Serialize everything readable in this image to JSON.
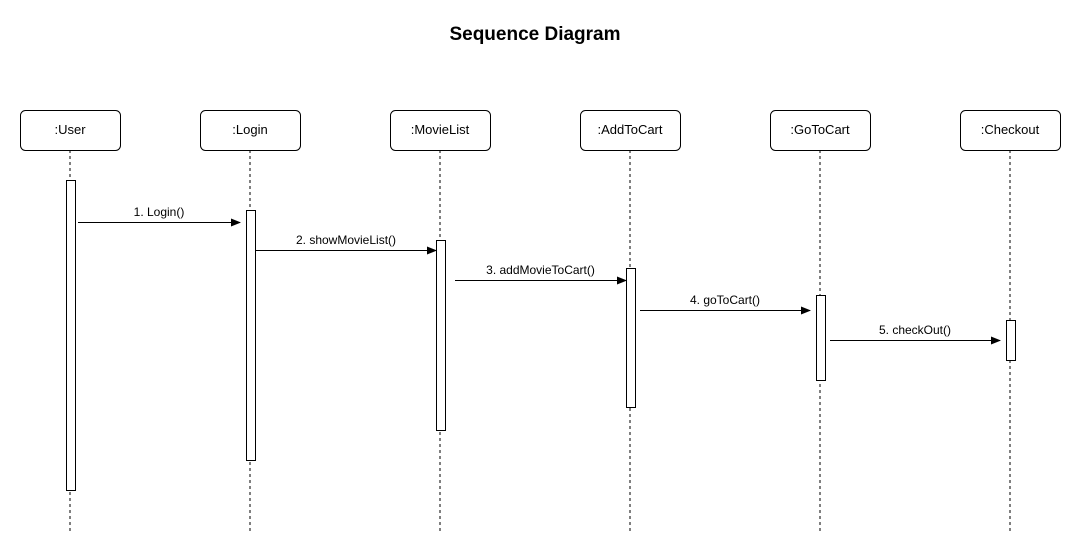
{
  "diagram": {
    "title": "Sequence Diagram",
    "participants": [
      {
        "id": "user",
        "label": ":User"
      },
      {
        "id": "login",
        "label": ":Login"
      },
      {
        "id": "movielist",
        "label": ":MovieList"
      },
      {
        "id": "addtocart",
        "label": ":AddToCart"
      },
      {
        "id": "gotocart",
        "label": ":GoToCart"
      },
      {
        "id": "checkout",
        "label": ":Checkout"
      }
    ],
    "messages": [
      {
        "from": "user",
        "to": "login",
        "label": "1. Login()"
      },
      {
        "from": "login",
        "to": "movielist",
        "label": "2. showMovieList()"
      },
      {
        "from": "movielist",
        "to": "addtocart",
        "label": "3. addMovieToCart()"
      },
      {
        "from": "addtocart",
        "to": "gotocart",
        "label": "4. goToCart()"
      },
      {
        "from": "gotocart",
        "to": "checkout",
        "label": "5. checkOut()"
      }
    ],
    "colors": {
      "stroke": "#000000",
      "fill": "#ffffff"
    }
  }
}
